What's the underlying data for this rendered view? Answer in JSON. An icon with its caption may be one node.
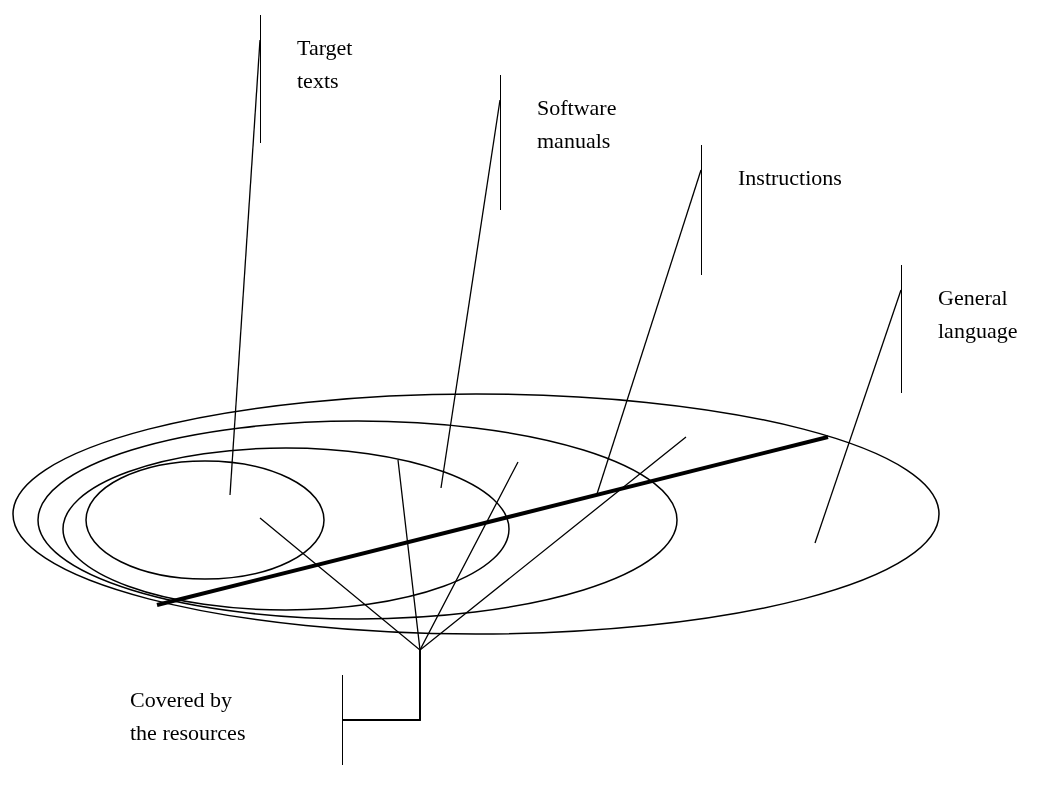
{
  "diagram": {
    "nodes": [
      {
        "text": [
          "Target texts"
        ]
      },
      {
        "text": [
          "Software manuals"
        ]
      },
      {
        "text": [
          "Instructions"
        ]
      },
      {
        "text": [
          "General language"
        ]
      },
      {
        "text": [
          "Covered by the resources"
        ]
      },
      {
        "text": [],
        "shape": "ellipse"
      },
      {
        "text": [],
        "shape": "ellipse",
        "in": 5
      },
      {
        "text": [],
        "shape": "ellipse",
        "in": 6
      },
      {
        "text": [],
        "shape": "ellipse",
        "in": 7
      }
    ],
    "edges": [
      {
        "from": 0,
        "to": 8,
        "arrow": "none"
      },
      {
        "from": 1,
        "to": 7,
        "arrow": "none"
      },
      {
        "from": 2,
        "to": 6,
        "arrow": "none"
      },
      {
        "from": 3,
        "to": 5,
        "arrow": "none"
      },
      {
        "from": 4,
        "to": 8,
        "arrow": "none"
      },
      {
        "from": 4,
        "to": 7,
        "arrow": "none"
      },
      {
        "from": 4,
        "to": 6,
        "arrow": "none"
      },
      {
        "from": 4,
        "to": 5,
        "arrow": "none"
      }
    ]
  }
}
